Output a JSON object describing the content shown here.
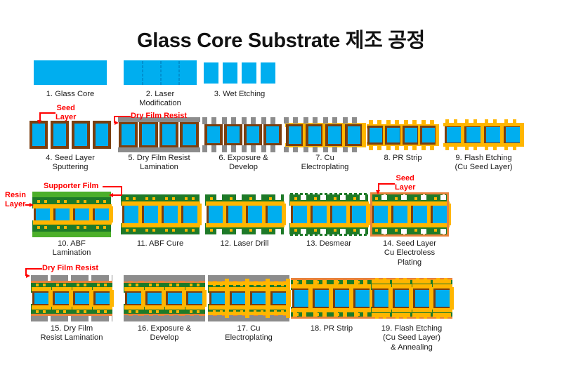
{
  "title": "Glass Core Substrate 제조 공정",
  "colors": {
    "glass": "#00AEEF",
    "glass_dash": "#0090D0",
    "seed_brown": "#7B3F10",
    "copper": "#FFB600",
    "copper_dark": "#E09000",
    "resist_gray": "#8C8C8C",
    "resist_gray_dark": "#7A7A7A",
    "abf_resin": "#1E7A28",
    "supporter_film": "#4CAF2A",
    "seed_orange": "#E8833A",
    "annotation_red": "#FF0000",
    "background": "#FFFFFF",
    "title_text": "#121212",
    "caption_text": "#1A1A1A"
  },
  "annotations": [
    {
      "id": "seed-layer-1",
      "lines": [
        "Seed",
        "Layer"
      ]
    },
    {
      "id": "dry-film-resist-1",
      "lines": [
        "Dry Film Resist"
      ]
    },
    {
      "id": "resin-layer",
      "lines": [
        "Resin",
        "Layer"
      ]
    },
    {
      "id": "supporter-film",
      "lines": [
        "Supporter Film"
      ]
    },
    {
      "id": "seed-layer-2",
      "lines": [
        "Seed",
        "Layer"
      ]
    },
    {
      "id": "dry-film-resist-2",
      "lines": [
        "Dry Film Resist"
      ]
    }
  ],
  "steps": [
    {
      "num": "1",
      "id": "glass-core",
      "caption": [
        "1. Glass Core"
      ]
    },
    {
      "num": "2",
      "id": "laser-modification",
      "caption": [
        "2. Laser",
        "Modification"
      ]
    },
    {
      "num": "3",
      "id": "wet-etching",
      "caption": [
        "3. Wet Etching"
      ]
    },
    {
      "num": "4",
      "id": "seed-layer-sputtering",
      "caption": [
        "4. Seed Layer",
        "Sputtering"
      ]
    },
    {
      "num": "5",
      "id": "dry-film-resist-lamination",
      "caption": [
        "5. Dry Film Resist",
        "Lamination"
      ]
    },
    {
      "num": "6",
      "id": "exposure-develop",
      "caption": [
        "6. Exposure &",
        "Develop"
      ]
    },
    {
      "num": "7",
      "id": "cu-electroplating",
      "caption": [
        "7. Cu",
        "Electroplating"
      ]
    },
    {
      "num": "8",
      "id": "pr-strip",
      "caption": [
        "8. PR Strip"
      ]
    },
    {
      "num": "9",
      "id": "flash-etching",
      "caption": [
        "9. Flash Etching",
        "(Cu Seed Layer)"
      ]
    },
    {
      "num": "10",
      "id": "abf-lamination",
      "caption": [
        "10. ABF",
        "Lamination"
      ]
    },
    {
      "num": "11",
      "id": "abf-cure",
      "caption": [
        "11. ABF Cure"
      ]
    },
    {
      "num": "12",
      "id": "laser-drill",
      "caption": [
        "12. Laser Drill"
      ]
    },
    {
      "num": "13",
      "id": "desmear",
      "caption": [
        "13. Desmear"
      ]
    },
    {
      "num": "14",
      "id": "seed-layer-electroless",
      "caption": [
        "14. Seed Layer",
        "Cu Electroless",
        "Plating"
      ]
    },
    {
      "num": "15",
      "id": "dry-film-resist-lamination-2",
      "caption": [
        "15. Dry Film",
        "Resist Lamination"
      ]
    },
    {
      "num": "16",
      "id": "exposure-develop-2",
      "caption": [
        "16. Exposure &",
        "Develop"
      ]
    },
    {
      "num": "17",
      "id": "cu-electroplating-2",
      "caption": [
        "17. Cu",
        "Electroplating"
      ]
    },
    {
      "num": "18",
      "id": "pr-strip-2",
      "caption": [
        "18. PR Strip"
      ]
    },
    {
      "num": "19",
      "id": "flash-etching-annealing",
      "caption": [
        "19. Flash Etching",
        "(Cu Seed Layer)",
        "& Annealing"
      ]
    }
  ]
}
